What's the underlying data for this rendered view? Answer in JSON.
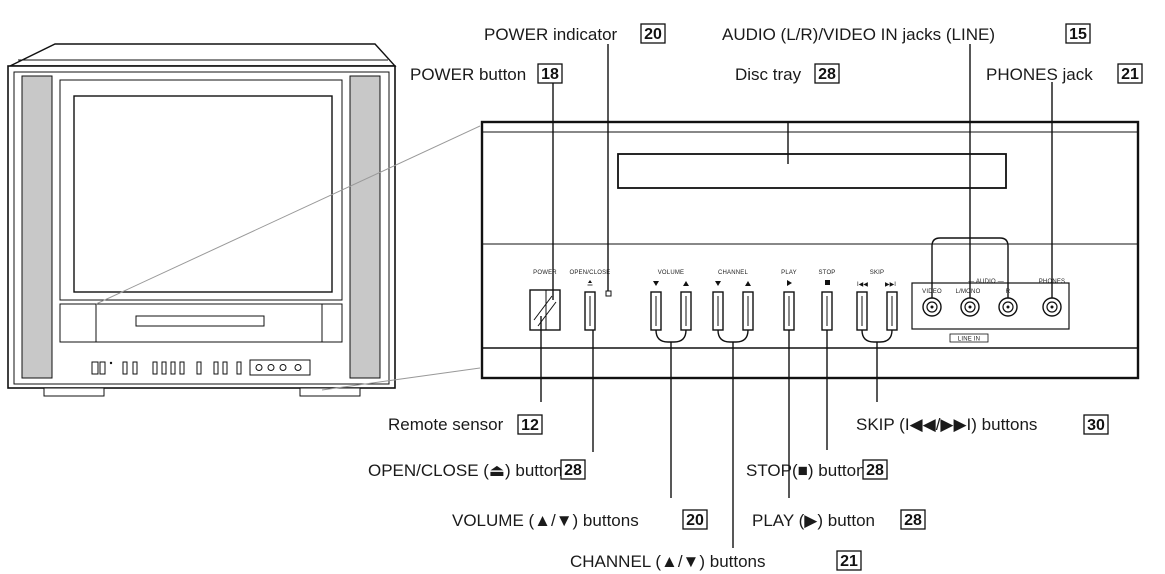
{
  "callouts": [
    {
      "id": "power-indicator",
      "label": "POWER indicator",
      "page": "20"
    },
    {
      "id": "av-in-jacks",
      "label": "AUDIO (L/R)/VIDEO IN jacks (LINE)",
      "page": "15"
    },
    {
      "id": "power-button",
      "label": "POWER button",
      "page": "18"
    },
    {
      "id": "disc-tray",
      "label": "Disc tray",
      "page": "28"
    },
    {
      "id": "phones-jack",
      "label": "PHONES jack",
      "page": "21"
    },
    {
      "id": "remote-sensor",
      "label": "Remote sensor",
      "page": "12"
    },
    {
      "id": "skip-buttons",
      "label": "SKIP (I◀◀/▶▶I) buttons",
      "page": "30"
    },
    {
      "id": "open-close-button",
      "label": "OPEN/CLOSE (⏏) button",
      "page": "28"
    },
    {
      "id": "stop-button",
      "label": "STOP(■) button",
      "page": "28"
    },
    {
      "id": "volume-buttons",
      "label": "VOLUME (▲/▼) buttons",
      "page": "20"
    },
    {
      "id": "play-button",
      "label": "PLAY (▶) button",
      "page": "28"
    },
    {
      "id": "channel-buttons",
      "label": "CHANNEL (▲/▼) buttons",
      "page": "21"
    }
  ],
  "panel_labels": {
    "power": "POWER",
    "open_close": "OPEN/CLOSE",
    "volume": "VOLUME",
    "channel": "CHANNEL",
    "play": "PLAY",
    "stop": "STOP",
    "skip": "SKIP",
    "video": "VIDEO",
    "audio": "— AUDIO —",
    "l_mono": "L/MONO",
    "r": "R",
    "phones": "PHONES",
    "line_in": "LINE IN"
  }
}
